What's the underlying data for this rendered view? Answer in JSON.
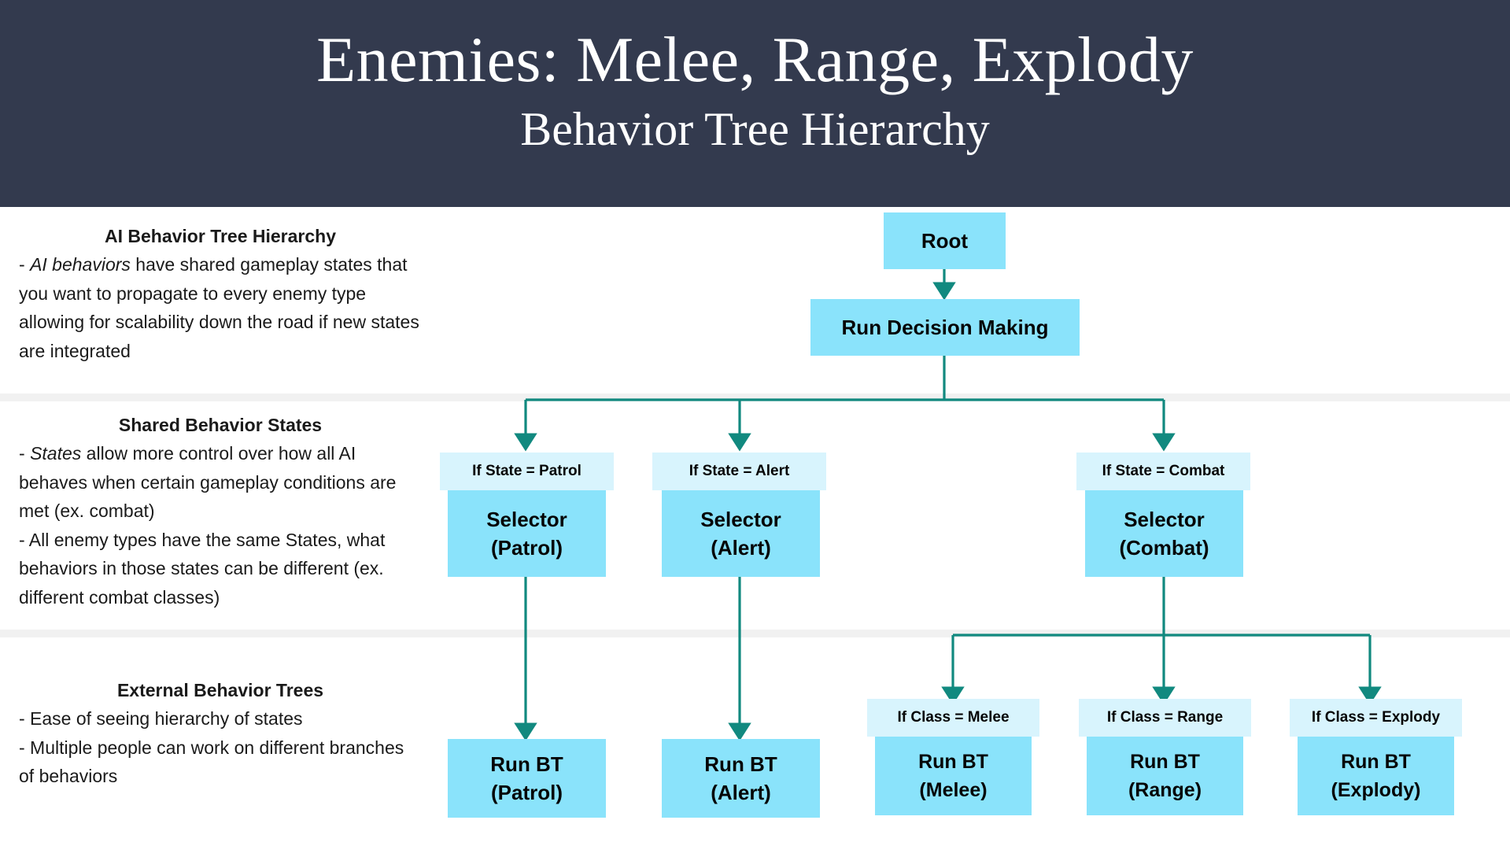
{
  "header": {
    "title": "Enemies: Melee, Range, Explody",
    "subtitle": "Behavior Tree Hierarchy",
    "background_color": "#333a4e",
    "text_color": "#ffffff"
  },
  "colors": {
    "node_fill": "#8ae3fb",
    "condition_fill": "#d8f4fd",
    "connector": "#11897f",
    "divider": "#f1f1f1",
    "text": "#050505"
  },
  "notes": [
    {
      "heading": "AI Behavior Tree Hierarchy",
      "lines": [
        "- AI behaviors have shared gameplay",
        "states that you want to propagate to every",
        "enemy type allowing for scalability down",
        "the road if new states are integrated"
      ],
      "emphasis": "AI behaviors"
    },
    {
      "heading": "Shared Behavior States",
      "lines": [
        "- States allow more control over how all",
        "AI behaves when certain gameplay",
        "conditions are met (ex. combat)",
        "- All enemy types have the same States,",
        "what behaviors in those states can be",
        "different (ex. different combat classes)"
      ],
      "emphasis": "States"
    },
    {
      "heading": "External Behavior Trees",
      "lines": [
        "- Ease of seeing hierarchy of states",
        "- Multiple people can work on different",
        "branches of behaviors"
      ],
      "emphasis": ""
    }
  ],
  "diagram": {
    "nodes": {
      "root": {
        "label": "Root"
      },
      "run_decision_making": {
        "label": "Run Decision Making"
      },
      "cond_patrol": {
        "label": "If State = Patrol"
      },
      "selector_patrol_line1": {
        "label": "Selector"
      },
      "selector_patrol_line2": {
        "label": "(Patrol)"
      },
      "cond_alert": {
        "label": "If State = Alert"
      },
      "selector_alert_line1": {
        "label": "Selector"
      },
      "selector_alert_line2": {
        "label": "(Alert)"
      },
      "cond_combat": {
        "label": "If State = Combat"
      },
      "selector_combat_line1": {
        "label": "Selector"
      },
      "selector_combat_line2": {
        "label": "(Combat)"
      },
      "bt_patrol_line1": {
        "label": "Run BT"
      },
      "bt_patrol_line2": {
        "label": "(Patrol)"
      },
      "bt_alert_line1": {
        "label": "Run BT"
      },
      "bt_alert_line2": {
        "label": "(Alert)"
      },
      "cond_melee": {
        "label": "If Class = Melee"
      },
      "bt_melee_line1": {
        "label": "Run BT"
      },
      "bt_melee_line2": {
        "label": "(Melee)"
      },
      "cond_range": {
        "label": "If Class = Range"
      },
      "bt_range_line1": {
        "label": "Run BT"
      },
      "bt_range_line2": {
        "label": "(Range)"
      },
      "cond_explody": {
        "label": "If Class = Explody"
      },
      "bt_explody_line1": {
        "label": "Run BT"
      },
      "bt_explody_line2": {
        "label": "(Explody)"
      }
    }
  }
}
